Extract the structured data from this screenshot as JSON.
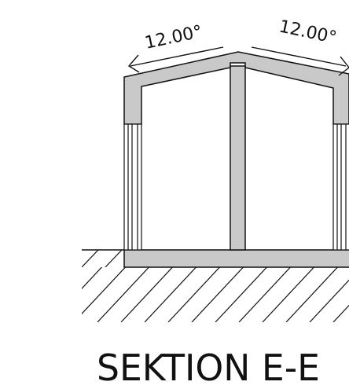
{
  "title": "SEKTION E-E",
  "annotations": {
    "left_roof_angle": "12.00°",
    "right_roof_angle": "12.00°"
  },
  "colors": {
    "wall_fill": "#c9c9c9",
    "line": "#111111",
    "background": "#ffffff"
  }
}
